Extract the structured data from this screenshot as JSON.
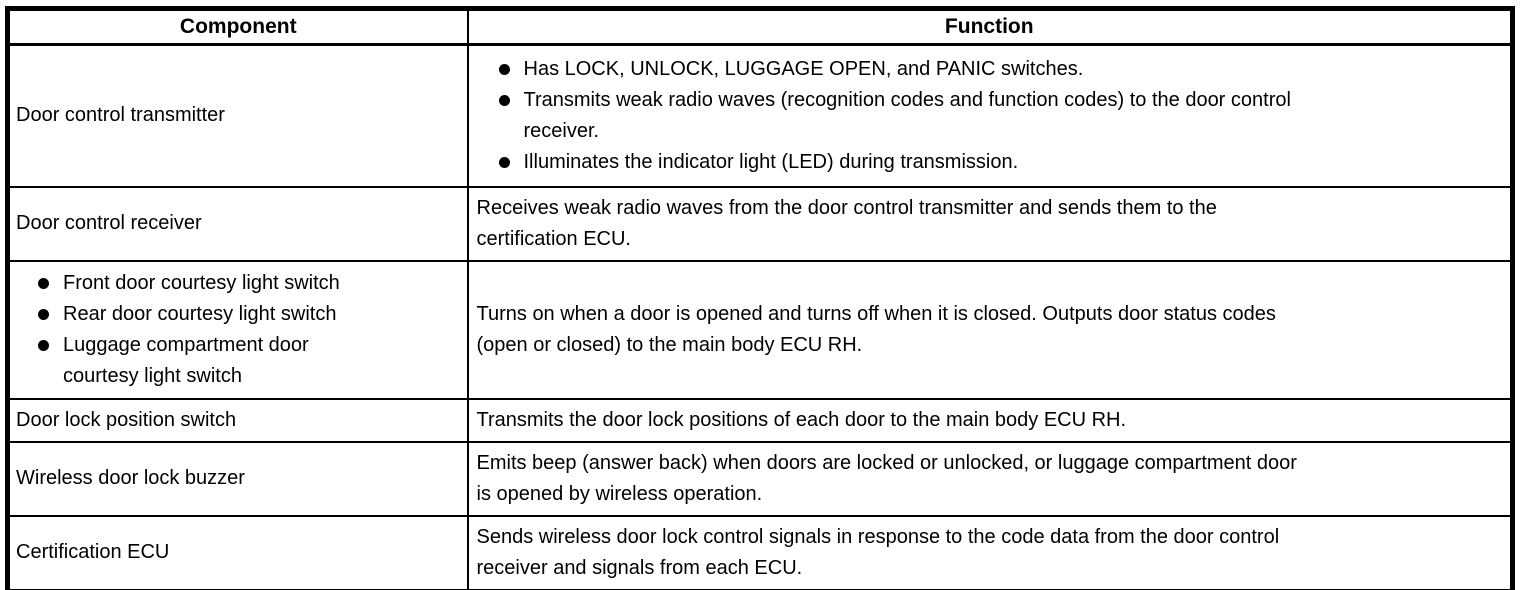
{
  "colors": {
    "border": "#000000",
    "text": "#000000",
    "background": "#ffffff"
  },
  "table": {
    "header": {
      "component": "Component",
      "function": "Function"
    },
    "rows": [
      {
        "component": {
          "lines": [
            "Door control transmitter"
          ]
        },
        "function": {
          "bullets": [
            {
              "lines": [
                "Has LOCK, UNLOCK, LUGGAGE OPEN, and PANIC switches."
              ]
            },
            {
              "lines": [
                "Transmits weak radio waves (recognition codes and function codes) to the door control",
                "receiver."
              ]
            },
            {
              "lines": [
                "Illuminates the indicator light (LED) during transmission."
              ]
            }
          ]
        }
      },
      {
        "component": {
          "lines": [
            "Door control receiver"
          ]
        },
        "function": {
          "lines": [
            "Receives weak radio waves from the door control transmitter and sends them to the",
            "certification ECU."
          ]
        }
      },
      {
        "component": {
          "bullets": [
            {
              "lines": [
                "Front door courtesy light switch"
              ]
            },
            {
              "lines": [
                "Rear door courtesy light switch"
              ]
            },
            {
              "lines": [
                "Luggage compartment door",
                "courtesy light switch"
              ]
            }
          ]
        },
        "function": {
          "lines": [
            "Turns on when a door is opened and turns off when it is closed. Outputs door status codes",
            "(open or closed) to the main body ECU RH."
          ]
        }
      },
      {
        "component": {
          "lines": [
            "Door lock position switch"
          ]
        },
        "function": {
          "lines": [
            "Transmits the door lock positions of each door to the main body ECU RH."
          ]
        }
      },
      {
        "component": {
          "lines": [
            "Wireless door lock buzzer"
          ]
        },
        "function": {
          "lines": [
            "Emits beep (answer back) when doors are locked or unlocked, or luggage compartment door",
            "is opened by wireless operation."
          ]
        }
      },
      {
        "component": {
          "lines": [
            "Certification ECU"
          ]
        },
        "function": {
          "lines": [
            "Sends wireless door lock control signals in response to the code data from the door control",
            "receiver and signals from each ECU."
          ]
        }
      }
    ]
  }
}
